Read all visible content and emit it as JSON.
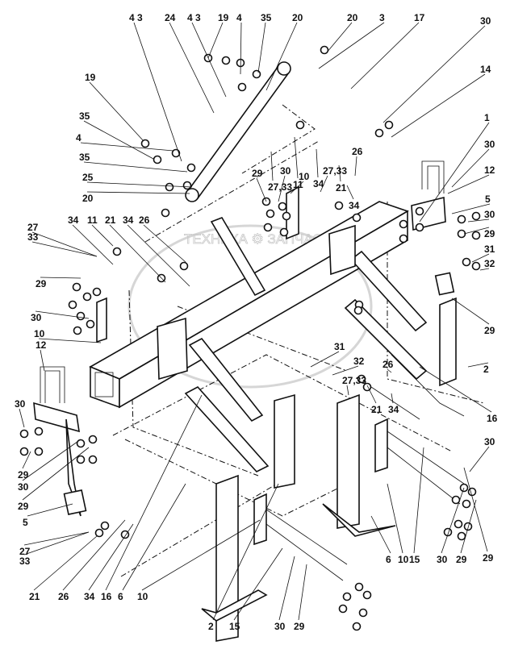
{
  "diagram": {
    "watermark": "ТЕХНИКА ⚙ ЗАПЧАСТИ",
    "callouts": [
      "4 3",
      "24",
      "4 3",
      "19",
      "4",
      "35",
      "20",
      "20",
      "3",
      "17",
      "30",
      "14",
      "1",
      "19",
      "35",
      "4",
      "35",
      "25",
      "20",
      "27,33",
      "11",
      "34",
      "21",
      "26",
      "29",
      "30",
      "10",
      "27,33",
      "34",
      "30",
      "12",
      "5",
      "30",
      "29",
      "31",
      "32",
      "29",
      "2",
      "16",
      "27",
      "33",
      "34",
      "11",
      "21",
      "34",
      "26",
      "29",
      "30",
      "10",
      "12",
      "31",
      "32",
      "26",
      "27,33",
      "21",
      "34",
      "30",
      "29",
      "30",
      "29",
      "5",
      "27",
      "33",
      "21",
      "26",
      "34",
      "16",
      "6",
      "10",
      "2",
      "15",
      "30",
      "29",
      "6",
      "10",
      "15",
      "30",
      "29",
      "29",
      "30"
    ]
  }
}
